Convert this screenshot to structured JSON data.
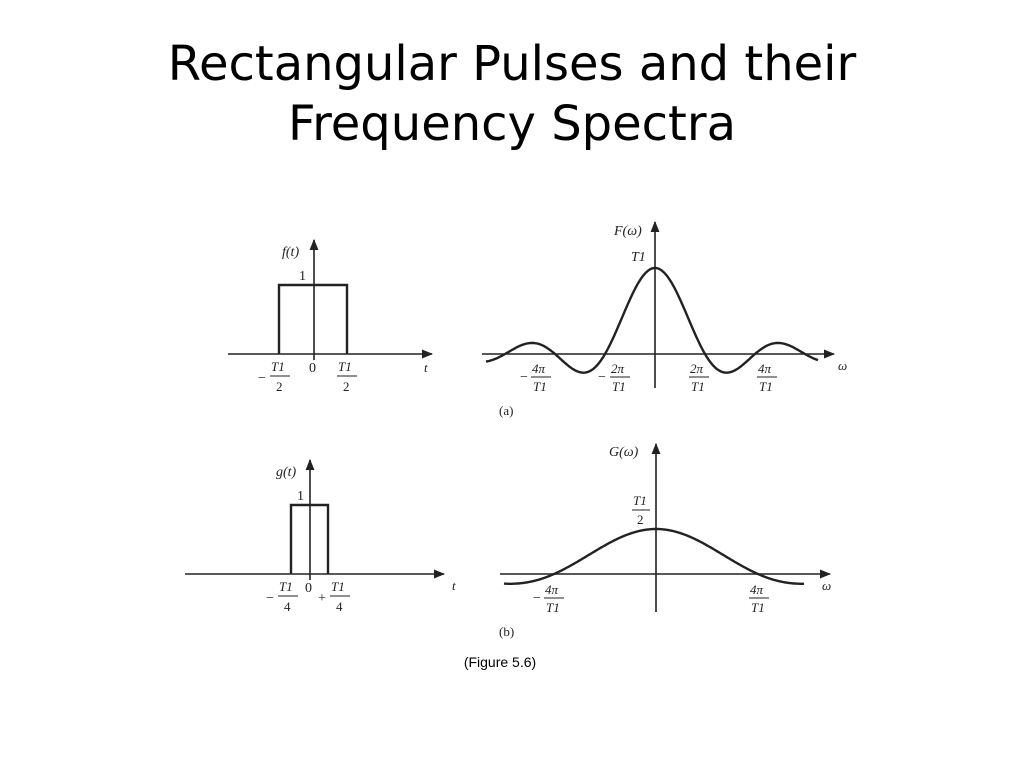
{
  "slide": {
    "title_line1": "Rectangular Pulses and their",
    "title_line2": "Frequency Spectra",
    "caption": "(Figure 5.6)"
  },
  "panels": {
    "a": {
      "label": "(a)",
      "time_plot": {
        "ylabel": "f(t)",
        "xlabel": "t",
        "level_label": "1",
        "zero_label": "0",
        "pulse_level": 1,
        "ticks": [
          {
            "sign": "−",
            "num": "T1",
            "den": "2"
          },
          {
            "sign": "",
            "num": "T1",
            "den": "2"
          }
        ]
      },
      "spectrum_plot": {
        "ylabel": "F(ω)",
        "xlabel": "ω",
        "peak_label": "T1",
        "ticks": [
          {
            "sign": "−",
            "num": "4π",
            "den": "T1"
          },
          {
            "sign": "−",
            "num": "2π",
            "den": "T1"
          },
          {
            "sign": "",
            "num": "2π",
            "den": "T1"
          },
          {
            "sign": "",
            "num": "4π",
            "den": "T1"
          }
        ]
      }
    },
    "b": {
      "label": "(b)",
      "time_plot": {
        "ylabel": "g(t)",
        "xlabel": "t",
        "level_label": "1",
        "zero_label": "0",
        "pulse_level": 1,
        "ticks": [
          {
            "sign": "−",
            "num": "T1",
            "den": "4"
          },
          {
            "sign": "+",
            "num": "T1",
            "den": "4"
          }
        ]
      },
      "spectrum_plot": {
        "ylabel": "G(ω)",
        "xlabel": "ω",
        "peak_label": {
          "num": "T1",
          "den": "2"
        },
        "ticks": [
          {
            "sign": "−",
            "num": "4π",
            "den": "T1"
          },
          {
            "sign": "",
            "num": "4π",
            "den": "T1"
          }
        ]
      }
    }
  }
}
